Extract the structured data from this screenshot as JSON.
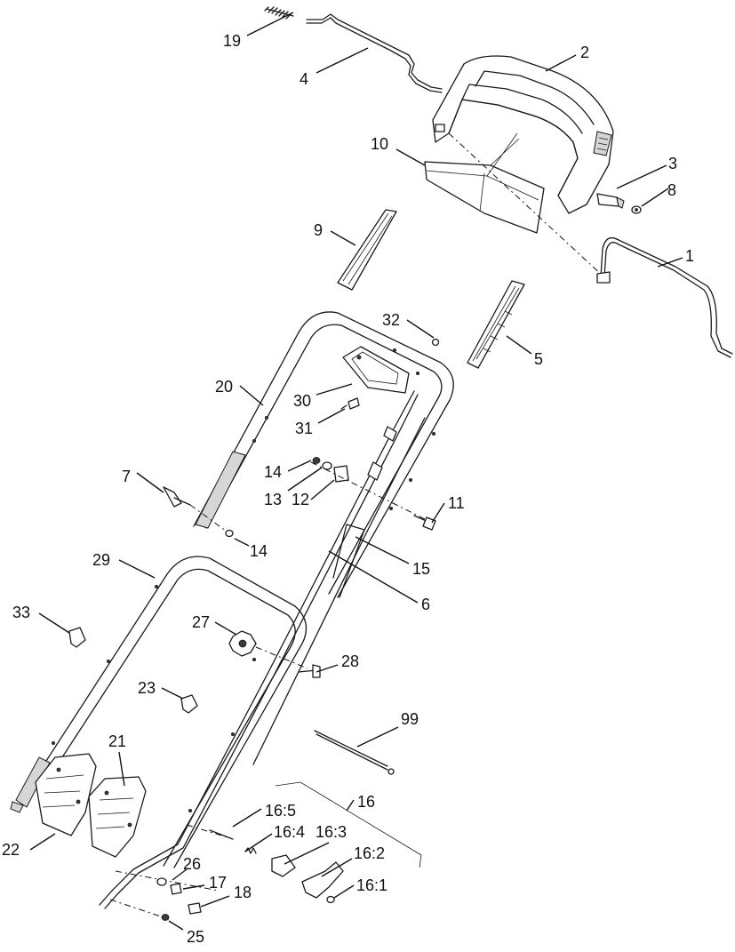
{
  "callouts": {
    "c1": "1",
    "c2": "2",
    "c3": "3",
    "c4": "4",
    "c5": "5",
    "c6": "6",
    "c7": "7",
    "c8": "8",
    "c9": "9",
    "c10": "10",
    "c11": "11",
    "c12": "12",
    "c13": "13",
    "c14a": "14",
    "c14b": "14",
    "c15": "15",
    "c16": "16",
    "c16_1": "16:1",
    "c16_2": "16:2",
    "c16_3": "16:3",
    "c16_4": "16:4",
    "c16_5": "16:5",
    "c17": "17",
    "c18": "18",
    "c19": "19",
    "c20": "20",
    "c21": "21",
    "c22": "22",
    "c23": "23",
    "c25": "25",
    "c26": "26",
    "c27": "27",
    "c28": "28",
    "c29": "29",
    "c30": "30",
    "c31": "31",
    "c32": "32",
    "c33": "33",
    "c99": "99"
  }
}
